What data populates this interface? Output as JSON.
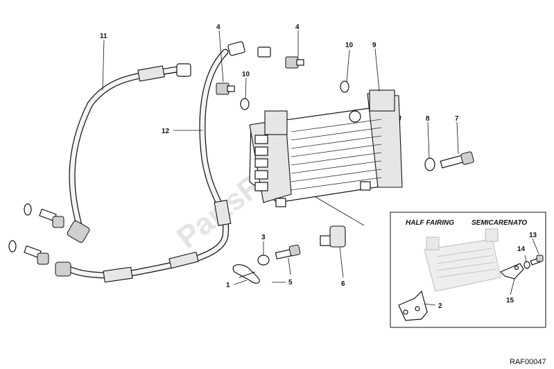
{
  "diagram": {
    "reference_code": "RAF00047",
    "watermark": "PartsRepublik",
    "inset": {
      "title_left": "HALF FAIRING",
      "title_right": "SEMICARENATO"
    },
    "callouts": [
      "11",
      "4",
      "4",
      "10",
      "9",
      "10",
      "12",
      "8",
      "7",
      "3",
      "5",
      "6",
      "1",
      "2",
      "13",
      "14",
      "15"
    ]
  }
}
